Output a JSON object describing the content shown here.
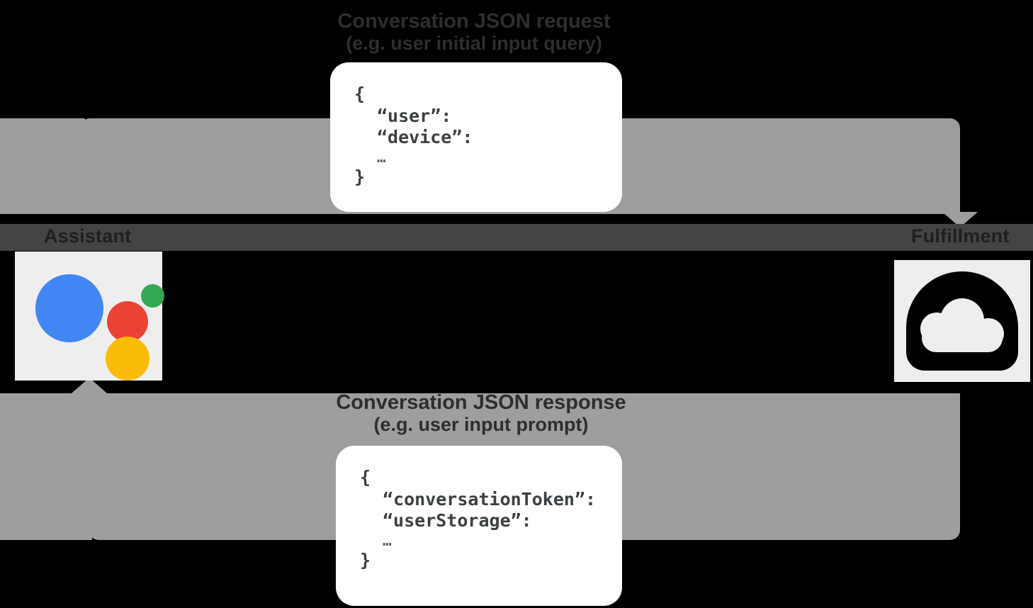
{
  "diagram": {
    "title": "Conversation JSON request / response flow",
    "colors": {
      "band": "#9e9e9e",
      "rail": "#444444",
      "background": "#000000",
      "node_surface": "#eeeeee",
      "assistant_blue": "#4285f4",
      "assistant_red": "#ea4335",
      "assistant_yellow": "#fbbc05",
      "assistant_green": "#34a853",
      "cloud_black": "#000000",
      "card_surface": "#ffffff",
      "code_text": "#3c4043"
    }
  },
  "nodes": {
    "assistant": {
      "label": "Assistant",
      "icon": "google-assistant-logo"
    },
    "fulfillment": {
      "label": "Fulfillment",
      "icon": "cloud-icon"
    }
  },
  "flows": {
    "request": {
      "title": "Conversation JSON request",
      "subtitle": "(e.g. user initial input query)",
      "direction": "assistant-to-fulfillment",
      "json": {
        "open_brace": "{",
        "lines": [
          "“user”:",
          "“device”:"
        ],
        "ellipsis": "…",
        "close_brace": "}"
      }
    },
    "response": {
      "title": "Conversation JSON response",
      "subtitle": "(e.g. user input prompt)",
      "direction": "fulfillment-to-assistant",
      "json": {
        "open_brace": "{",
        "lines": [
          "“conversationToken”:",
          "“userStorage”:"
        ],
        "ellipsis": "…",
        "close_brace": "}"
      }
    }
  }
}
